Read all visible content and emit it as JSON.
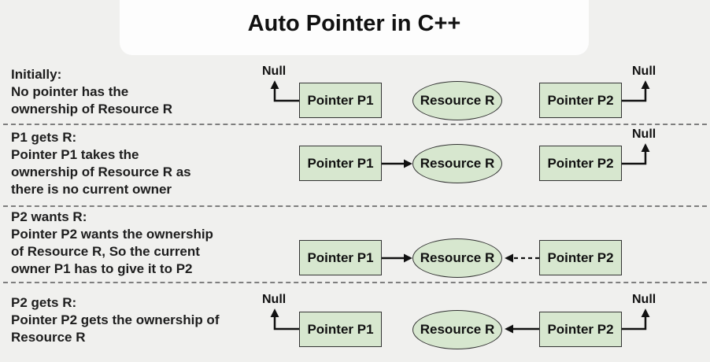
{
  "title": "Auto Pointer in C++",
  "labels": {
    "null_label": "Null"
  },
  "nodes": {
    "p1": "Pointer P1",
    "resource": "Resource R",
    "p2": "Pointer P2"
  },
  "rows": [
    {
      "heading": "Initially:",
      "lines": [
        "No pointer has the",
        "ownership of Resource R"
      ]
    },
    {
      "heading": "P1 gets R:",
      "lines": [
        "Pointer P1 takes the",
        "ownership of Resource R as",
        "there is no current owner"
      ]
    },
    {
      "heading": "P2 wants R:",
      "lines": [
        "Pointer P2 wants the ownership",
        "of Resource R, So the current",
        "owner P1 has to give it to P2"
      ]
    },
    {
      "heading": "P2 gets R:",
      "lines": [
        "Pointer P2 gets the ownership of",
        "Resource R"
      ]
    }
  ],
  "colors": {
    "background": "#f0f0ee",
    "panel": "#fdfdfd",
    "node_fill": "#d7e7cf",
    "node_border": "#333333",
    "arrow": "#111111",
    "separator": "#7e7e7e",
    "text": "#1a1a1a"
  }
}
